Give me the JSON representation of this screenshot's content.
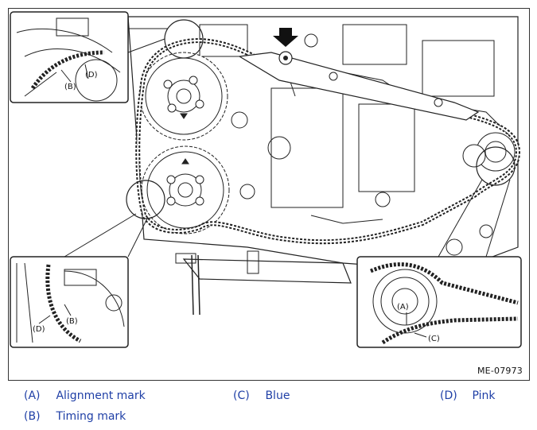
{
  "figure": {
    "code": "ME-07973",
    "callouts": {
      "a": "(A)",
      "b": "(B)",
      "c": "(C)",
      "d": "(D)"
    }
  },
  "legend": [
    {
      "label": "(A)",
      "text": "Alignment mark"
    },
    {
      "label": "(B)",
      "text": "Timing mark"
    },
    {
      "label": "(C)",
      "text": "Blue"
    },
    {
      "label": "(D)",
      "text": "Pink"
    }
  ],
  "colors": {
    "legend_text": "#1f3fa6",
    "line": "#222222"
  }
}
